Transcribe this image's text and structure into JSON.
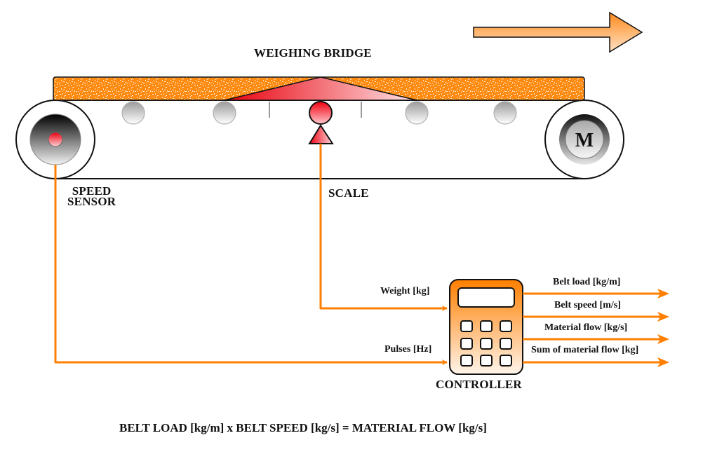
{
  "title": "Belt scale / weighing bridge principle",
  "labels": {
    "weighing_bridge": "WEIGHING BRIDGE",
    "speed_sensor_line1": "SPEED",
    "speed_sensor_line2": "SENSOR",
    "scale": "SCALE",
    "motor": "M",
    "controller": "CONTROLLER"
  },
  "inputs": [
    {
      "label": "Weight [kg]",
      "source": "SCALE"
    },
    {
      "label": "Pulses [Hz]",
      "source": "SPEED SENSOR"
    }
  ],
  "outputs": [
    {
      "label": "Belt load [kg/m]"
    },
    {
      "label": "Belt speed [m/s]"
    },
    {
      "label": "Material flow [kg/s]"
    },
    {
      "label": "Sum of material flow [kg]"
    }
  ],
  "formula": "BELT LOAD [kg/m] x BELT SPEED [kg/s] = MATERIAL FLOW [kg/s]",
  "direction": "right",
  "idler_roller_count": 4,
  "controller_keypad": {
    "rows": 3,
    "cols": 3
  },
  "colors": {
    "flow_line": "#ff7f00",
    "material": "#ff8c10",
    "scale_red": "#e8141e",
    "direction_arrow": "#ff9a3c",
    "outline": "#111111"
  }
}
